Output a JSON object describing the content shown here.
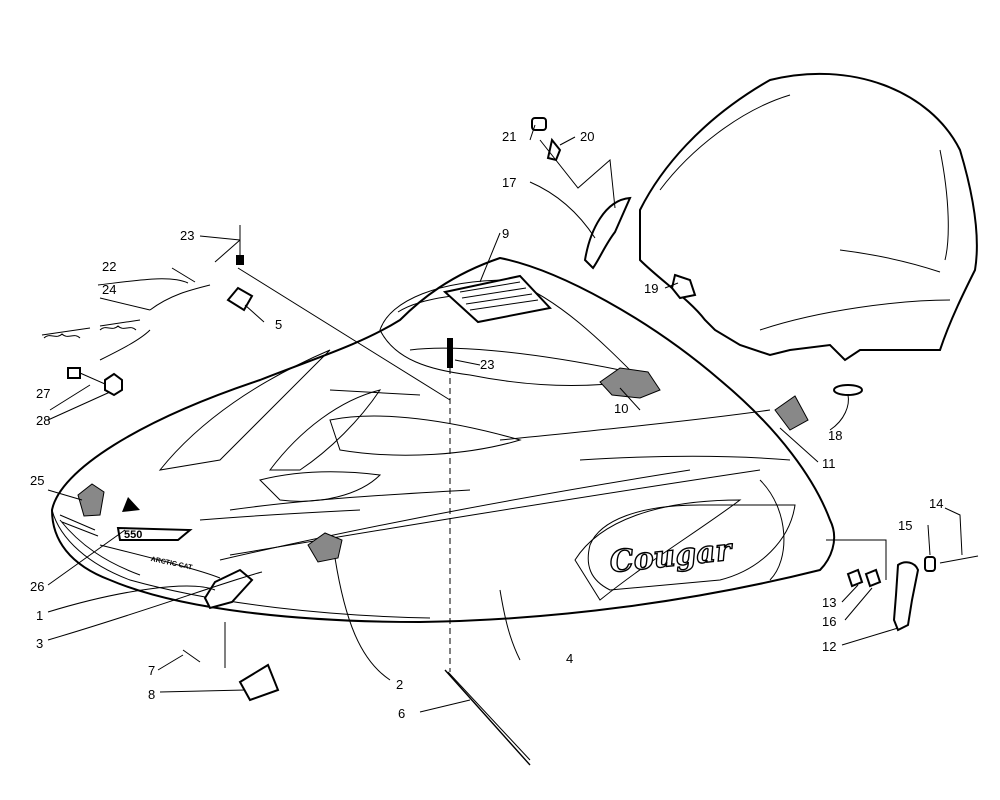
{
  "diagram": {
    "labels": {
      "p1": "1",
      "p2": "2",
      "p3": "3",
      "p4": "4",
      "p5": "5",
      "p6": "6",
      "p7": "7",
      "p8": "8",
      "p9": "9",
      "p10": "10",
      "p11": "11",
      "p12": "12",
      "p13": "13",
      "p14": "14",
      "p15": "15",
      "p16": "16",
      "p17": "17",
      "p18": "18",
      "p19": "19",
      "p20": "20",
      "p21": "21",
      "p22": "22",
      "p23a": "23",
      "p23b": "23",
      "p24": "24",
      "p25": "25",
      "p26": "26",
      "p27": "27",
      "p28": "28"
    },
    "decals": {
      "model": "Cougar",
      "brand": "ARCTIC CAT",
      "engine": "550"
    }
  }
}
